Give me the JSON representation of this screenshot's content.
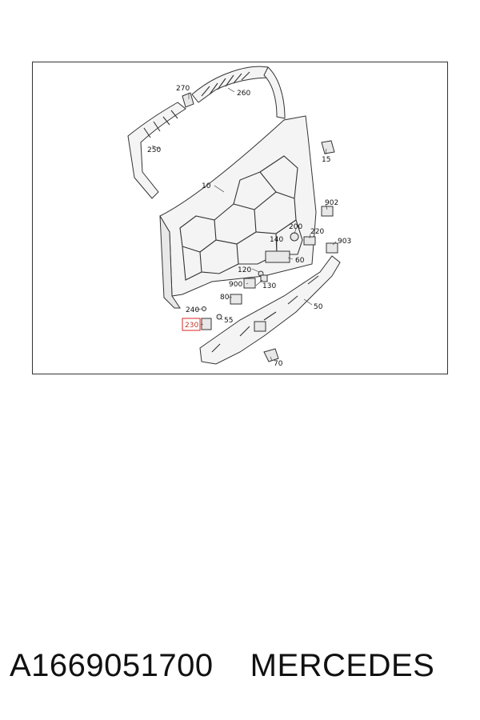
{
  "diagram": {
    "labels": {
      "p270": "270",
      "p260": "260",
      "p250": "250",
      "p15": "15",
      "p10": "10",
      "p902": "902",
      "p200": "200",
      "p220": "220",
      "p903": "903",
      "p140": "140",
      "p60": "60",
      "p120": "120",
      "p900": "900",
      "p130": "130",
      "p80": "80",
      "p240": "240",
      "p55": "55",
      "p230": "230",
      "p50": "50",
      "p70": "70"
    },
    "highlight_color": "#e04a4a"
  },
  "footer": {
    "part_number": "A1669051700",
    "brand": "MERCEDES"
  }
}
